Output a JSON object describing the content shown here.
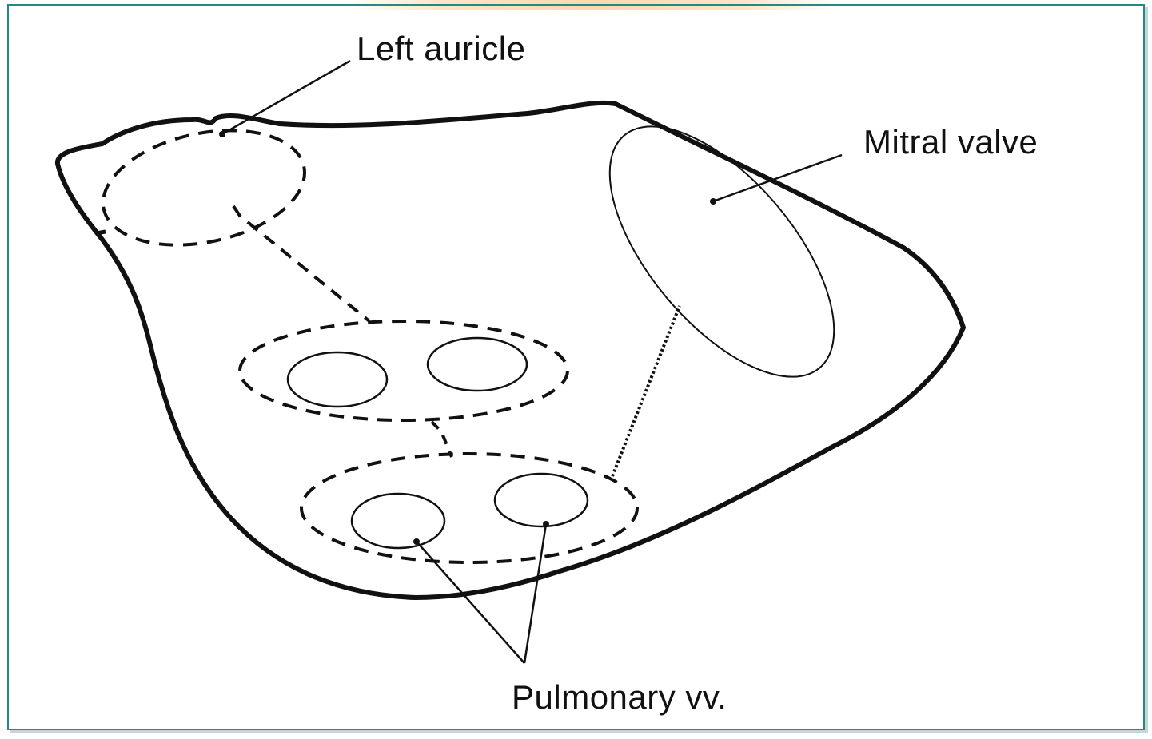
{
  "labels": {
    "left_auricle": "Left auricle",
    "mitral_valve": "Mitral valve",
    "pulmonary_veins": "Pulmonary vv."
  },
  "colors": {
    "frame_border": "#1f8a86",
    "ink": "#111111",
    "background": "#ffffff"
  }
}
